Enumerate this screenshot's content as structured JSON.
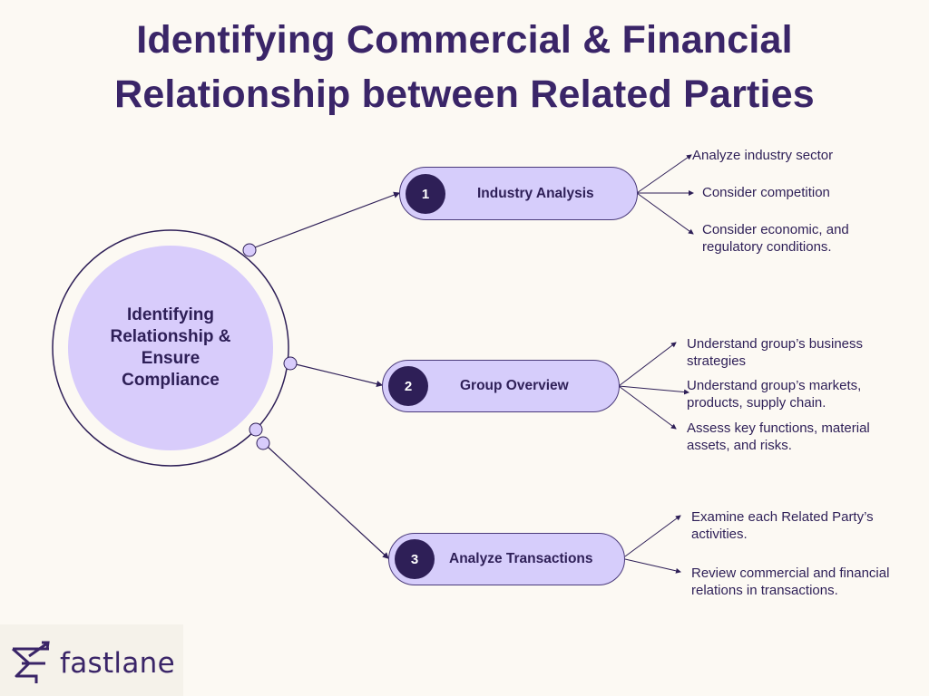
{
  "title": {
    "line1": "Identifying Commercial & Financial",
    "line2": "Relationship between Related Parties"
  },
  "center": {
    "line1": "Identifying",
    "line2": "Relationship &",
    "line3": "Ensure",
    "line4": "Compliance"
  },
  "steps": [
    {
      "number": "1",
      "label": "Industry Analysis",
      "items": [
        {
          "line1": "Analyze industry sector",
          "line2": ""
        },
        {
          "line1": "Consider competition",
          "line2": ""
        },
        {
          "line1": "Consider economic, and",
          "line2": "regulatory conditions."
        }
      ]
    },
    {
      "number": "2",
      "label": "Group Overview",
      "items": [
        {
          "line1": "Understand group’s business",
          "line2": "strategies"
        },
        {
          "line1": "Understand group’s markets,",
          "line2": "products, supply chain."
        },
        {
          "line1": "Assess key functions, material",
          "line2": "assets, and risks."
        }
      ]
    },
    {
      "number": "3",
      "label": "Analyze Transactions",
      "items": [
        {
          "line1": "Examine each Related Party’s",
          "line2": "activities."
        },
        {
          "line1": "Review commercial and financial",
          "line2": "relations in transactions."
        }
      ]
    }
  ],
  "logo": {
    "text": "fastlane",
    "icon": "fastlane-logo-icon"
  },
  "colors": {
    "background": "#fcf9f3",
    "primary": "#2e1f57",
    "pill_fill": "#d6cdfb",
    "circle_fill": "#d8ccfb"
  }
}
